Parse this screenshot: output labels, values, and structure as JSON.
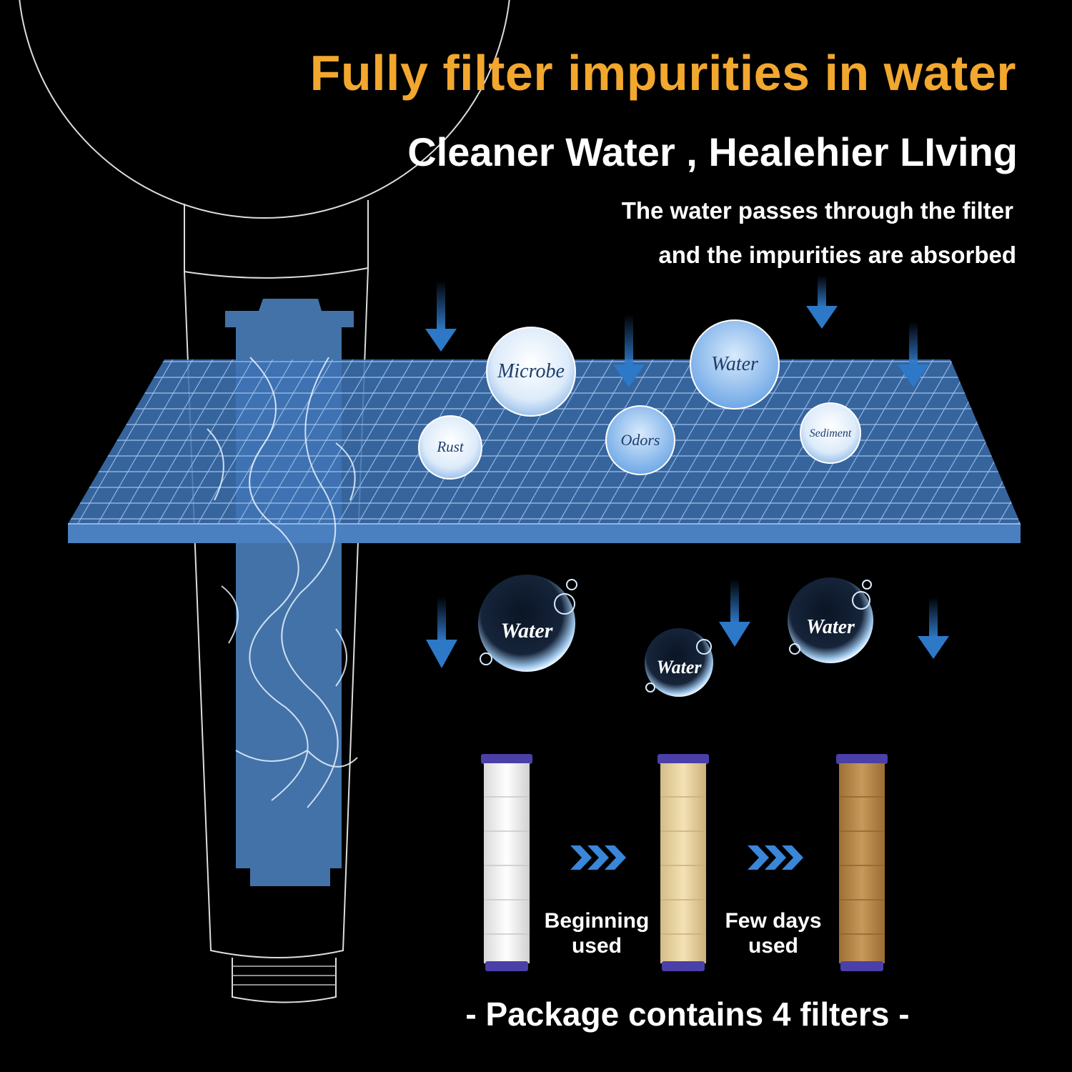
{
  "headline": "Fully filter impurities in water",
  "subheadline": "Cleaner Water , Healehier LIving",
  "description": {
    "line1": "The water passes through the filter",
    "line2": "and the impurities are absorbed"
  },
  "impurity_bubbles": [
    "Microbe",
    "Water",
    "Rust",
    "Odors",
    "Sediment"
  ],
  "water_drops": [
    "Water",
    "Water",
    "Water"
  ],
  "filter_stages": {
    "beginning": "Beginning used",
    "beginning_line1": "Beginning",
    "beginning_line2": "used",
    "few_days": "Few days used",
    "few_days_line1": "Few days",
    "few_days_line2": "used"
  },
  "footer": "- Package contains 4 filters -",
  "colors": {
    "headline": "#F2A72E",
    "text": "#FFFFFF",
    "background": "#000000",
    "mesh": "#4A7FC0",
    "arrow": "#2E78C8",
    "filter_new": "#F2F2F2",
    "filter_used": "#E8D2A0",
    "filter_old": "#B88848",
    "cap": "#4B3FA8"
  }
}
